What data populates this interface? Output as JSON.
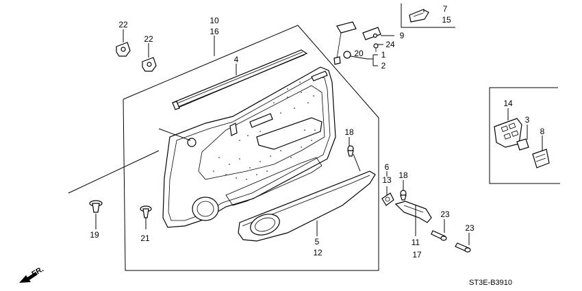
{
  "diagram_code": "ST3E-B3910",
  "direction_label": "FR.",
  "callouts": {
    "c1": "1",
    "c2": "2",
    "c3": "3",
    "c4": "4",
    "c5": "5",
    "c6": "6",
    "c7": "7",
    "c8": "8",
    "c9": "9",
    "c10": "10",
    "c11": "11",
    "c12": "12",
    "c13": "13",
    "c14": "14",
    "c15": "15",
    "c16": "16",
    "c17": "17",
    "c18a": "18",
    "c18b": "18",
    "c19": "19",
    "c20": "20",
    "c21": "21",
    "c22a": "22",
    "c22b": "22",
    "c23a": "23",
    "c23b": "23",
    "c24": "24"
  }
}
